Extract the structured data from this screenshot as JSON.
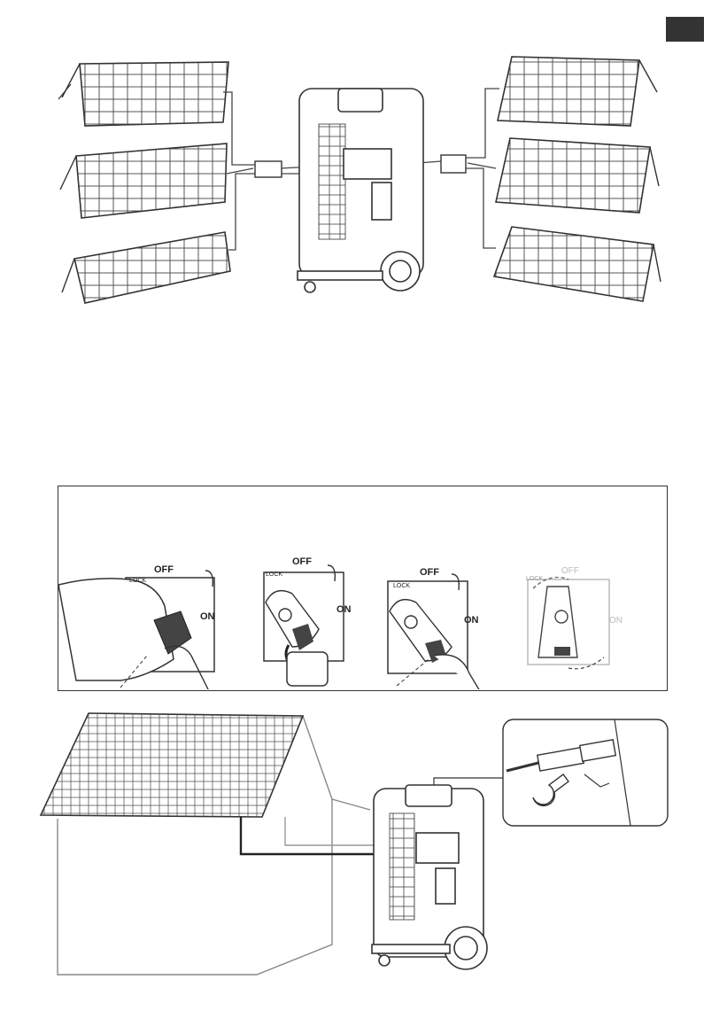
{
  "page": {
    "tab_color": "#333333",
    "line_color": "#333333"
  },
  "switch_steps": [
    {
      "off": "OFF",
      "on": "ON",
      "lock": "LOCK"
    },
    {
      "off": "OFF",
      "on": "ON",
      "lock": "LOCK"
    },
    {
      "off": "OFF",
      "on": "ON",
      "lock": "LOCK"
    },
    {
      "off": "OFF",
      "on": "ON",
      "lock": "LOCK"
    }
  ]
}
